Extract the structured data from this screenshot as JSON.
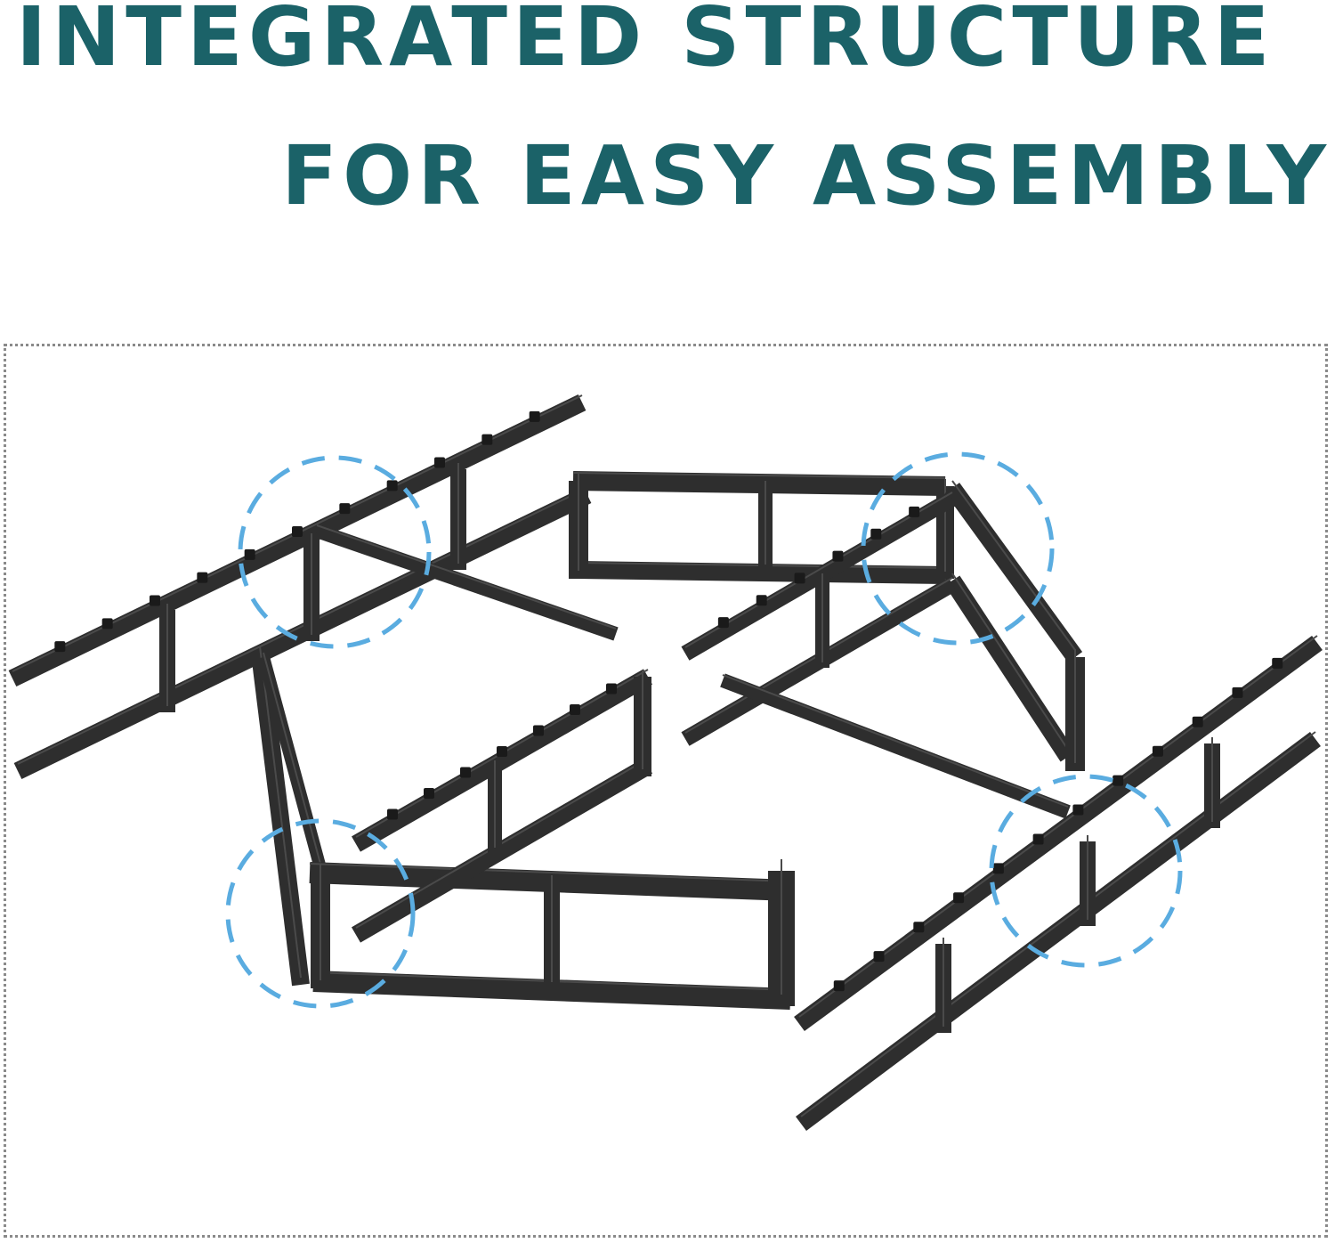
{
  "headline": {
    "line1": "INTEGRATED STRUCTURE",
    "line2": "FOR EASY ASSEMBLY"
  },
  "colors": {
    "headline": "#1b6268",
    "frame": "#2e2e2e",
    "frame_edge": "#1a1a1a",
    "highlight_circle": "#5aace0",
    "border_dotted": "#8a8a8a",
    "background": "#ffffff"
  },
  "illustration": {
    "subject": "bed-frame-icon",
    "highlight_count": 4
  }
}
